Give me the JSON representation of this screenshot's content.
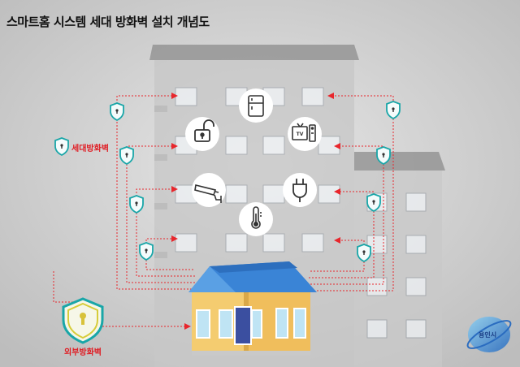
{
  "title": "스마트홈 시스템 세대 방화벽 설치 개념도",
  "labels": {
    "internal_firewall": "세대방화벽",
    "external_firewall": "외부방화벽"
  },
  "logo": {
    "text": "용인시"
  },
  "devices": [
    {
      "name": "refrigerator",
      "icon": "refrigerator-icon"
    },
    {
      "name": "door-lock",
      "icon": "padlock-icon"
    },
    {
      "name": "tv",
      "icon": "tv-icon"
    },
    {
      "name": "cctv",
      "icon": "cctv-icon"
    },
    {
      "name": "plug",
      "icon": "plug-icon"
    },
    {
      "name": "thermometer",
      "icon": "thermometer-icon"
    }
  ],
  "colors": {
    "line": "#e8262c",
    "shield": "#19a6a8",
    "roof": "#3b87d8",
    "house_wall": "#f0c060",
    "building": "#c4c4c4"
  }
}
